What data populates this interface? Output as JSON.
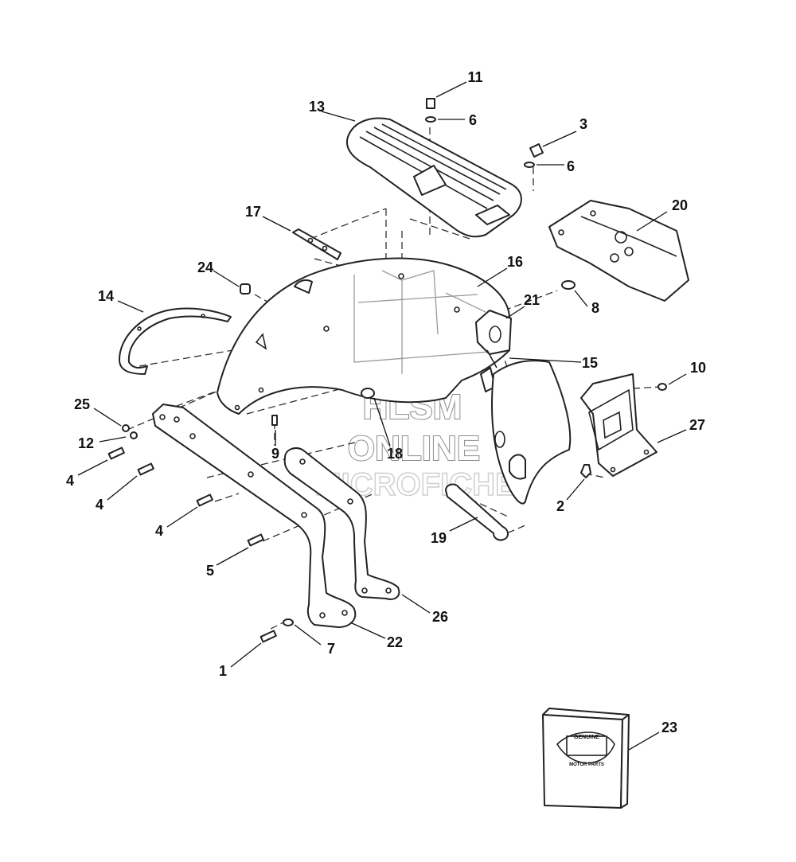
{
  "watermark": {
    "line1": "HLSM",
    "line2": "ONLINE",
    "line3": "MICROFICHE"
  },
  "box_logo": {
    "line1": "GENUINE",
    "line2": "MOTOR PARTS"
  },
  "callouts": [
    {
      "id": "c1",
      "num": "1"
    },
    {
      "id": "c2",
      "num": "2"
    },
    {
      "id": "c3",
      "num": "3"
    },
    {
      "id": "c4a",
      "num": "4"
    },
    {
      "id": "c4b",
      "num": "4"
    },
    {
      "id": "c4c",
      "num": "4"
    },
    {
      "id": "c5",
      "num": "5"
    },
    {
      "id": "c6a",
      "num": "6"
    },
    {
      "id": "c6b",
      "num": "6"
    },
    {
      "id": "c7",
      "num": "7"
    },
    {
      "id": "c8",
      "num": "8"
    },
    {
      "id": "c9",
      "num": "9"
    },
    {
      "id": "c10",
      "num": "10"
    },
    {
      "id": "c11",
      "num": "11"
    },
    {
      "id": "c12",
      "num": "12"
    },
    {
      "id": "c13",
      "num": "13"
    },
    {
      "id": "c14",
      "num": "14"
    },
    {
      "id": "c15",
      "num": "15"
    },
    {
      "id": "c16",
      "num": "16"
    },
    {
      "id": "c17",
      "num": "17"
    },
    {
      "id": "c18",
      "num": "18"
    },
    {
      "id": "c19",
      "num": "19"
    },
    {
      "id": "c20",
      "num": "20"
    },
    {
      "id": "c21",
      "num": "21"
    },
    {
      "id": "c22",
      "num": "22"
    },
    {
      "id": "c23",
      "num": "23"
    },
    {
      "id": "c24",
      "num": "24"
    },
    {
      "id": "c25",
      "num": "25"
    },
    {
      "id": "c26",
      "num": "26"
    },
    {
      "id": "c27",
      "num": "27"
    }
  ]
}
